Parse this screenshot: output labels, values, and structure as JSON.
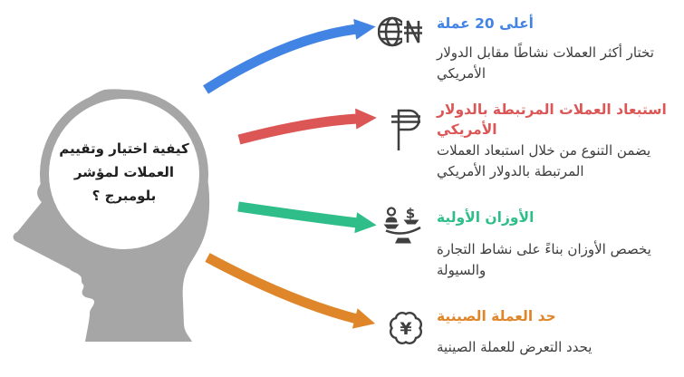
{
  "colors": {
    "background": "#ffffff",
    "head": "#a6a6a6",
    "icon": "#3f3f3f",
    "title_text": "#202020",
    "body_text": "#3d3d3d"
  },
  "center": {
    "question": "كيفية اختيار وتقييم العملات لمؤشر بلومبرج ؟"
  },
  "items": [
    {
      "icon": "globe-naira-icon",
      "color": "#4284e4",
      "title": "أعلى 20 عملة",
      "description": "تختار أكثر العملات نشاطًا مقابل الدولار الأمريكي"
    },
    {
      "icon": "peso-sign-icon",
      "color": "#dc5656",
      "title": "استبعاد العملات المرتبطة بالدولار الأمريكي",
      "description": "يضمن التنوع من خلال استبعاد العملات المرتبطة بالدولار الأمريكي"
    },
    {
      "icon": "balance-scale-dollar-icon",
      "color": "#2fbe8a",
      "title": "الأوزان الأولية",
      "description": "يخصص الأوزان بناءً على نشاط التجارة والسيولة"
    },
    {
      "icon": "yuan-badge-icon",
      "color": "#df862a",
      "title": "حد العملة الصينية",
      "description": "يحدد التعرض للعملة الصينية"
    }
  ]
}
